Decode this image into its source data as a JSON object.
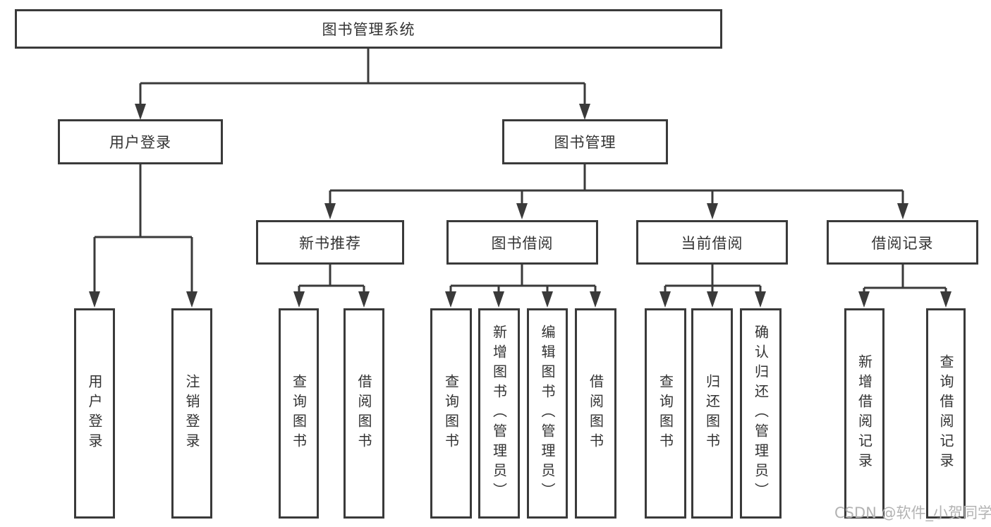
{
  "colors": {
    "line": "#3a3a3a",
    "box_border": "#3a3a3a",
    "text": "#333333",
    "background": "#ffffff",
    "watermark": "#b3b3b3"
  },
  "diagram_type": "hierarchy-tree",
  "nodes": {
    "root": {
      "label": "图书管理系统"
    },
    "user_login": {
      "label": "用户登录",
      "children": [
        {
          "label": "用户登录"
        },
        {
          "label": "注销登录"
        }
      ]
    },
    "book_management": {
      "label": "图书管理",
      "children": [
        {
          "label": "新书推荐",
          "children": [
            {
              "label": "查询图书"
            },
            {
              "label": "借阅图书"
            }
          ]
        },
        {
          "label": "图书借阅",
          "children": [
            {
              "label": "查询图书"
            },
            {
              "label": "新增图书（管理员）"
            },
            {
              "label": "编辑图书（管理员）"
            },
            {
              "label": "借阅图书"
            }
          ]
        },
        {
          "label": "当前借阅",
          "children": [
            {
              "label": "查询图书"
            },
            {
              "label": "归还图书"
            },
            {
              "label": "确认归还（管理员）"
            }
          ]
        },
        {
          "label": "借阅记录",
          "children": [
            {
              "label": "新增借阅记录"
            },
            {
              "label": "查询借阅记录"
            }
          ]
        }
      ]
    }
  },
  "watermark": {
    "text": "CSDN @软件_小贺同学"
  }
}
